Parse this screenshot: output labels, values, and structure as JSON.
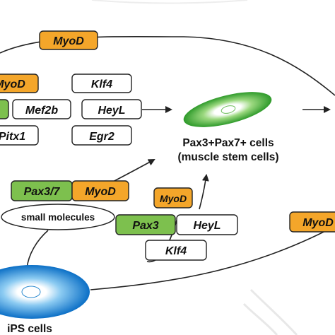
{
  "colors": {
    "orange": "#F4A62A",
    "green": "#7DC04E",
    "white": "#FFFFFF",
    "stroke": "#222222",
    "cell_green": "#4CB33C",
    "ips_blue": "#1E8FD8",
    "background_scribble": "#E8E8E8"
  },
  "labels": {
    "myod_top": "MyoD",
    "myod_left": "MyoD",
    "klf4_top": "Klf4",
    "mef2b": "Mef2b",
    "heyl_mid": "HeyL",
    "pitx1": "Pitx1",
    "egr2": "Egr2",
    "pax3_7": "Pax3/7",
    "myod_mid": "MyoD",
    "small_molecules": "small molecules",
    "myod_small": "MyoD",
    "pax3": "Pax3",
    "heyl_low": "HeyL",
    "klf4_low": "Klf4",
    "myod_right": "MyoD",
    "stem_cells_line1": "Pax3+Pax7+ cells",
    "stem_cells_line2": "(muscle stem cells)",
    "ips_cells": "iPS cells"
  }
}
